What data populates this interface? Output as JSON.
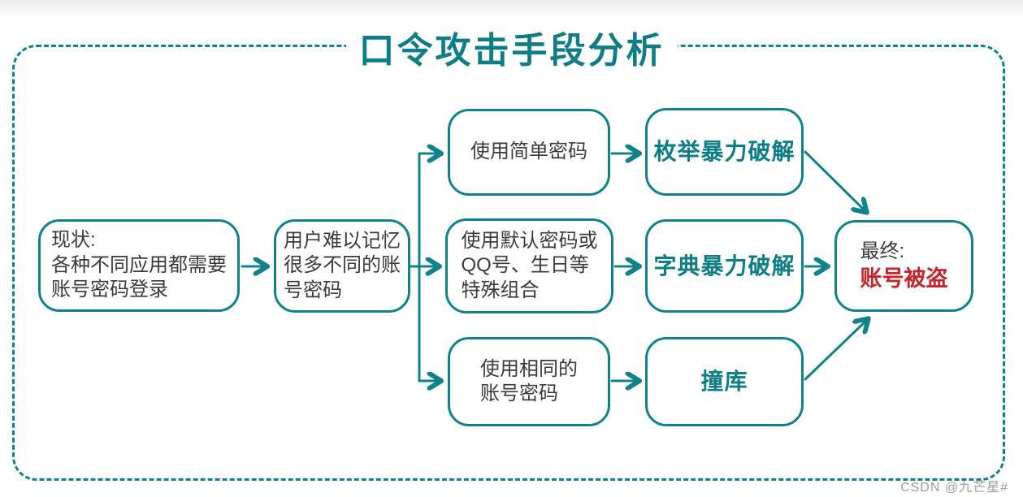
{
  "title": "口令攻击手段分析",
  "colors": {
    "teal": "#0f828b",
    "teal_text": "#0d7e87",
    "red": "#c1272d",
    "body_text": "#3b3b3b",
    "watermark_gray": "#9d9d9d",
    "background": "#ffffff"
  },
  "nodes": {
    "status": {
      "lines": [
        "现状:",
        "各种不同应用都需要",
        "账号密码登录"
      ]
    },
    "memory": {
      "lines": [
        "用户难以记忆",
        "很多不同的账",
        "号密码"
      ]
    },
    "simple": {
      "label": "使用简单密码"
    },
    "enum": {
      "label": "枚举暴力破解"
    },
    "default": {
      "lines": [
        "使用默认密码或",
        "QQ号、生日等",
        "特殊组合"
      ]
    },
    "dict": {
      "label": "字典暴力破解"
    },
    "same": {
      "lines": [
        "使用相同的",
        "账号密码"
      ]
    },
    "stuffing": {
      "label": "撞库"
    },
    "final": {
      "prefix": "最终:",
      "result": "账号被盗"
    }
  },
  "edges": [
    {
      "from": "status",
      "to": "memory"
    },
    {
      "from": "memory",
      "to": "simple"
    },
    {
      "from": "memory",
      "to": "default"
    },
    {
      "from": "memory",
      "to": "same"
    },
    {
      "from": "simple",
      "to": "enum"
    },
    {
      "from": "default",
      "to": "dict"
    },
    {
      "from": "same",
      "to": "stuffing"
    },
    {
      "from": "enum",
      "to": "final"
    },
    {
      "from": "dict",
      "to": "final"
    },
    {
      "from": "stuffing",
      "to": "final"
    }
  ],
  "watermark": "CSDN @九芒星#"
}
